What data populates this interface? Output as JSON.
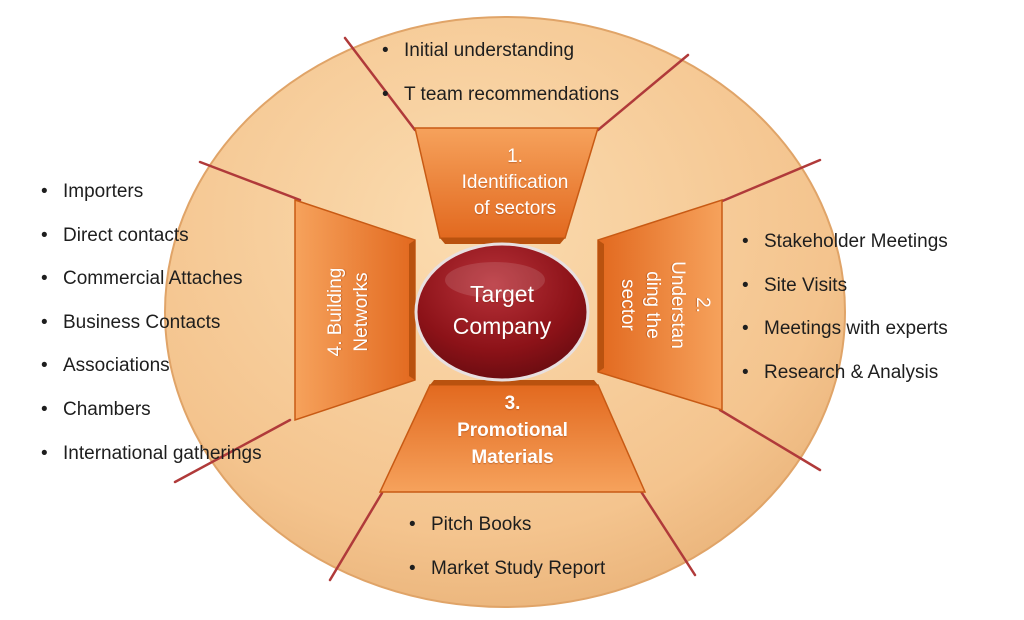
{
  "diagram": {
    "center": {
      "line1": "Target",
      "line2": "Company"
    },
    "stages": [
      {
        "lines": [
          "1.",
          "Identification",
          "of sectors"
        ]
      },
      {
        "lines": [
          "2.",
          "Understan",
          "ding the",
          "sector"
        ]
      },
      {
        "lines": [
          "3.",
          "Promotional",
          "Materials"
        ]
      },
      {
        "lines": [
          "4. Building",
          "Networks"
        ]
      }
    ],
    "bullets": {
      "top": [
        "Initial understanding",
        "T team recommendations"
      ],
      "right": [
        "Stakeholder Meetings",
        "Site Visits",
        "Meetings with experts",
        "Research & Analysis"
      ],
      "bottom": [
        "Pitch Books",
        "Market Study Report"
      ],
      "left": [
        "Importers",
        "Direct contacts",
        "Commercial Attaches",
        "Business Contacts",
        "Associations",
        "Chambers",
        "International gatherings"
      ]
    }
  },
  "colors": {
    "disc": "#f4c48e",
    "disc_edge": "#d9a66c",
    "divider": "#b03a3a",
    "banner": "#ec7c30",
    "banner_dark": "#c85a14",
    "center": "#8c1218"
  }
}
